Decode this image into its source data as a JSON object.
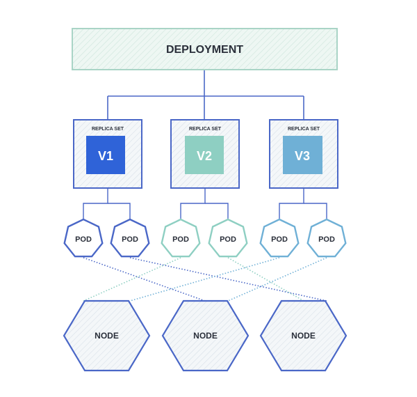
{
  "deployment": {
    "label": "DEPLOYMENT"
  },
  "replica_sets": [
    {
      "caption": "REPLICA SET",
      "version": "V1",
      "color": "#2f63d8",
      "border": "#4a67c7"
    },
    {
      "caption": "REPLICA SET",
      "version": "V2",
      "color": "#8ecfc2",
      "border": "#4a67c7"
    },
    {
      "caption": "REPLICA SET",
      "version": "V3",
      "color": "#6fb0d6",
      "border": "#4a67c7"
    }
  ],
  "pods": [
    {
      "label": "POD",
      "color": "#4a67c7"
    },
    {
      "label": "POD",
      "color": "#4a67c7"
    },
    {
      "label": "POD",
      "color": "#8ecfc2"
    },
    {
      "label": "POD",
      "color": "#8ecfc2"
    },
    {
      "label": "POD",
      "color": "#6fb0d6"
    },
    {
      "label": "POD",
      "color": "#6fb0d6"
    }
  ],
  "nodes": [
    {
      "label": "NODE"
    },
    {
      "label": "NODE"
    },
    {
      "label": "NODE"
    }
  ],
  "colors": {
    "deployment_fill": "#e8f4ef",
    "deployment_border": "#a9d4c6",
    "line": "#4a67c7",
    "node_border": "#4a67c7",
    "hatch": "#d4dde6"
  }
}
